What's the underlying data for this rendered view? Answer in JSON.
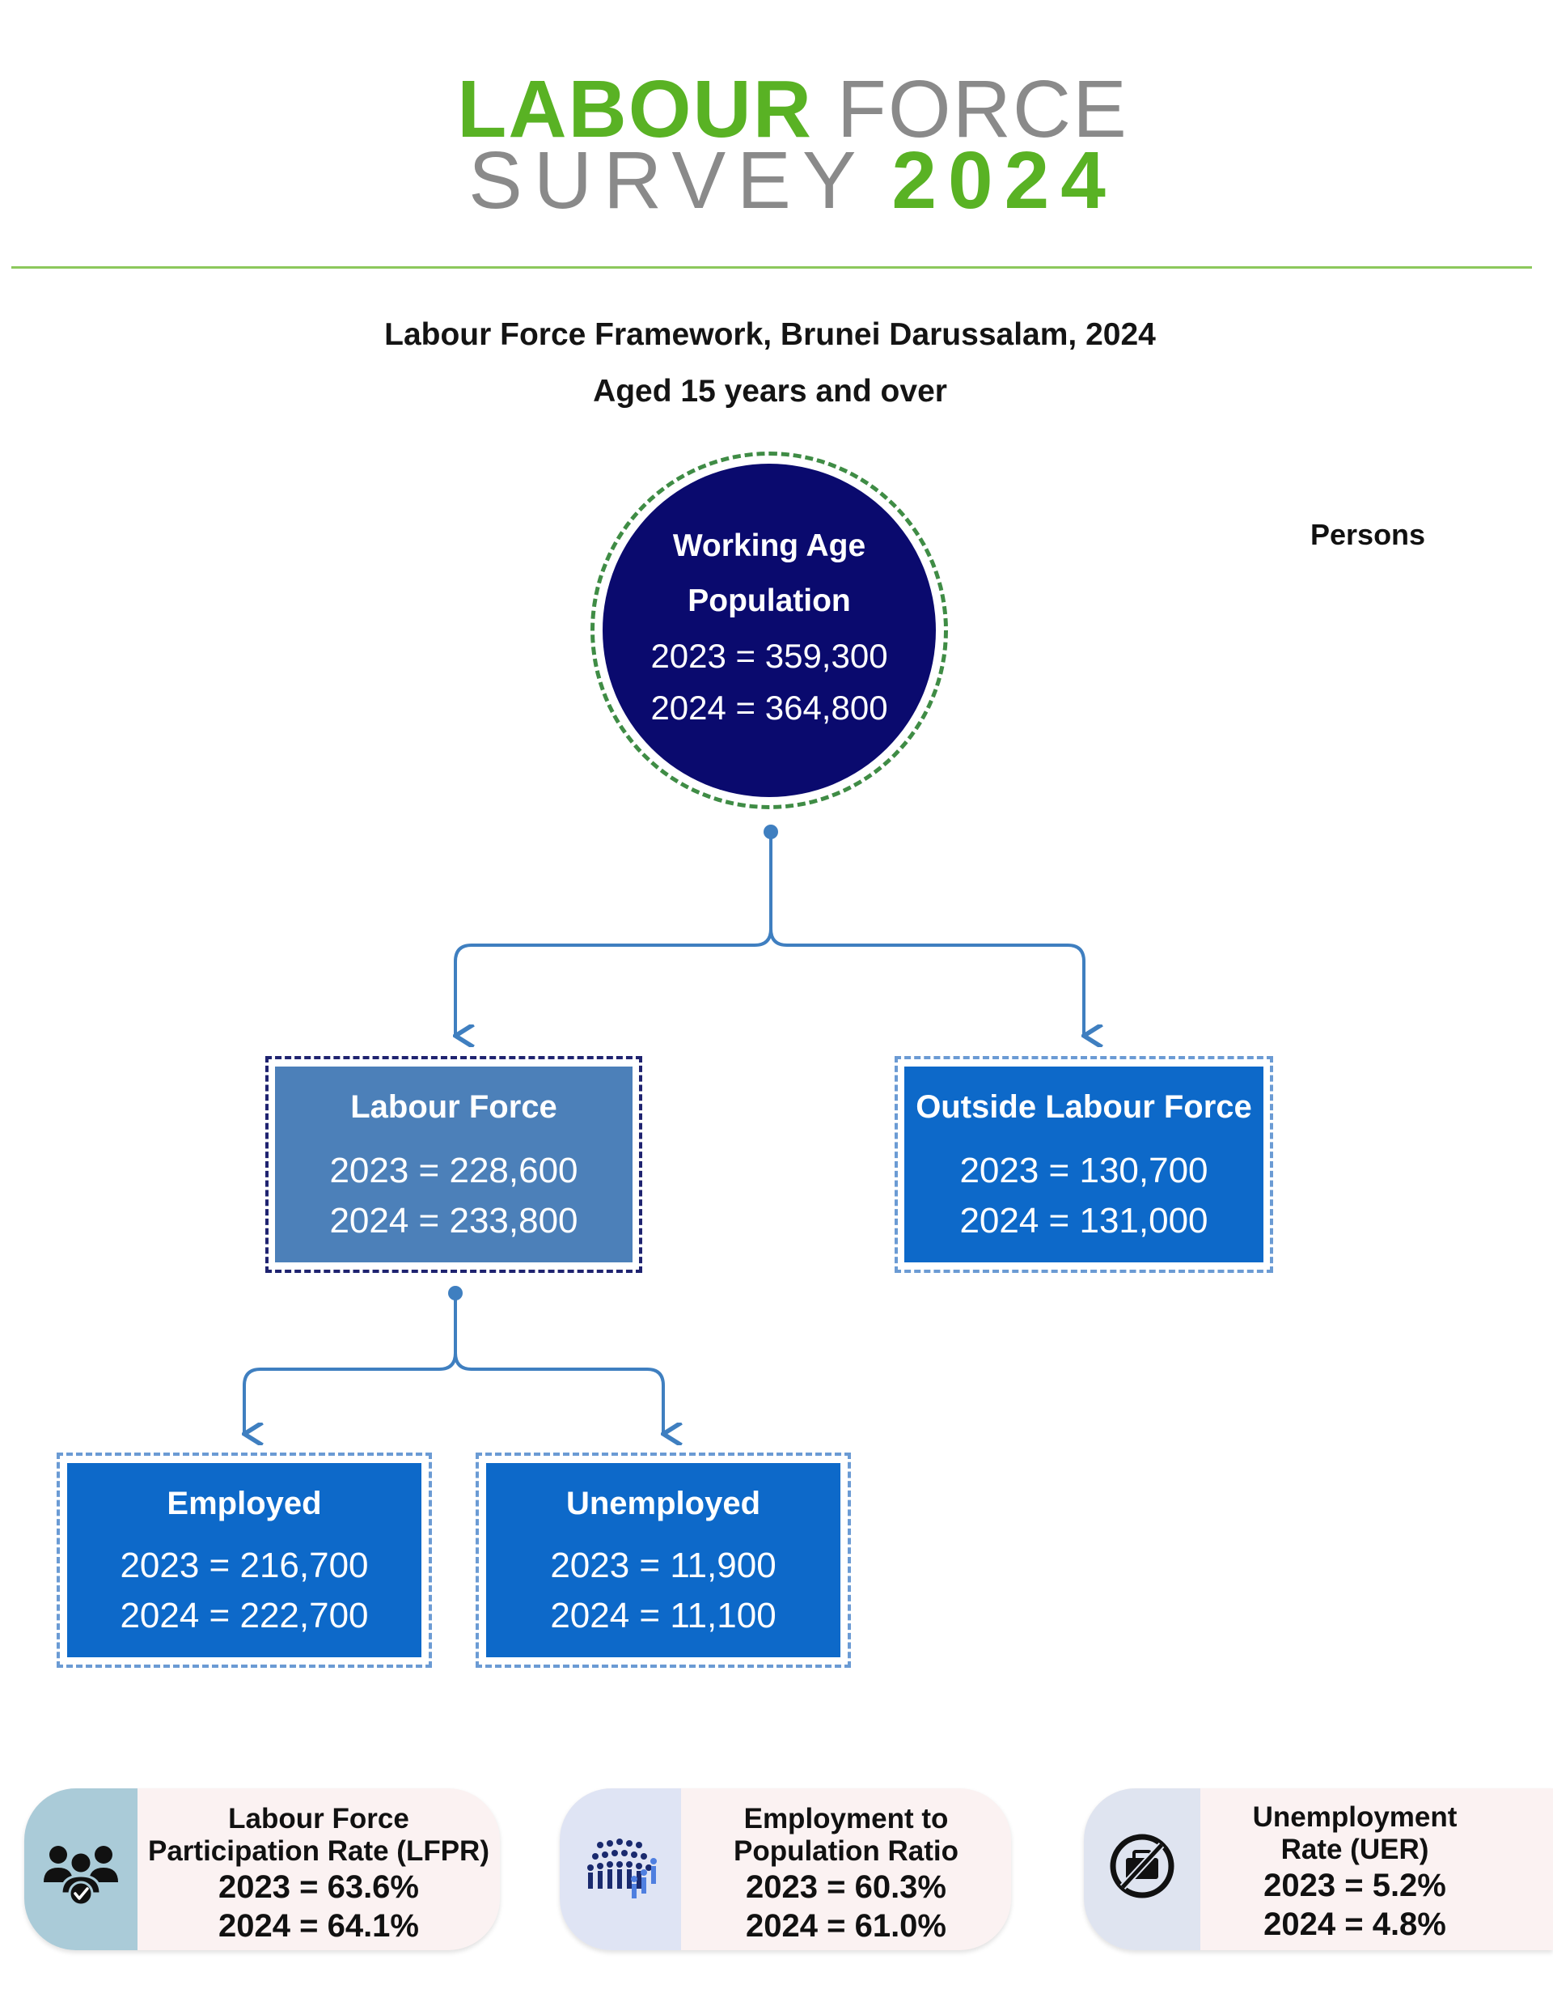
{
  "header": {
    "title_word1": "LABOUR",
    "title_word2": "FORCE",
    "title_word3": "SURVEY",
    "title_year": "2024"
  },
  "subtitle": {
    "line1": "Labour Force Framework, Brunei Darussalam, 2024",
    "line2": "Aged 15 years and over"
  },
  "unit_label": "Persons",
  "working_age": {
    "label_line1": "Working Age",
    "label_line2": "Population",
    "y2023": "2023 = 359,300",
    "y2024": "2024 = 364,800"
  },
  "labour_force": {
    "label": "Labour Force",
    "y2023": "2023 = 228,600",
    "y2024": "2024 = 233,800"
  },
  "outside_labour_force": {
    "label": "Outside Labour Force",
    "y2023": "2023 = 130,700",
    "y2024": "2024 = 131,000"
  },
  "employed": {
    "label": "Employed",
    "y2023": "2023 = 216,700",
    "y2024": "2024 = 222,700"
  },
  "unemployed": {
    "label": "Unemployed",
    "y2023": "2023 = 11,900",
    "y2024": "2024 = 11,100"
  },
  "indicators": [
    {
      "label_line1": "Labour Force",
      "label_line2": "Participation Rate (LFPR)",
      "y2023": "2023 = 63.6%",
      "y2024": "2024 = 64.1%",
      "icon": "group-check-icon"
    },
    {
      "label_line1": "Employment to",
      "label_line2": "Population Ratio",
      "y2023": "2023 = 60.3%",
      "y2024": "2024 = 61.0%",
      "icon": "crowd-icon"
    },
    {
      "label_line1": "Unemployment",
      "label_line2": "Rate (UER)",
      "y2023": "2023 = 5.2%",
      "y2024": "2024 = 4.8%",
      "icon": "no-briefcase-icon"
    }
  ],
  "colors": {
    "title_green": "#59b224",
    "title_grey": "#8a8a8a",
    "circle_navy": "#0a0a6e",
    "box_blue": "#0d69c9",
    "box_steel": "#4c80b9",
    "connector": "#3f7fc0"
  }
}
